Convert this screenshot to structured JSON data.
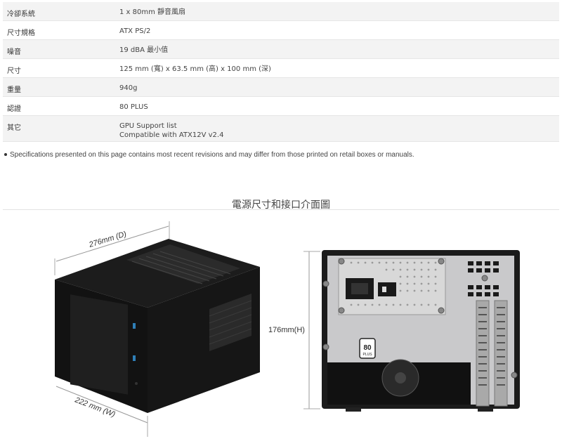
{
  "specs": [
    {
      "label": "冷卻系統",
      "values": [
        "1 x 80mm 靜音風扇"
      ]
    },
    {
      "label": "尺寸規格",
      "values": [
        "ATX PS/2"
      ]
    },
    {
      "label": "噪音",
      "values": [
        "19 dBA 最小值"
      ]
    },
    {
      "label": "尺寸",
      "values": [
        "125 mm (寬) x 63.5 mm (高) x 100 mm (深)"
      ]
    },
    {
      "label": "重量",
      "values": [
        "940g"
      ]
    },
    {
      "label": "認證",
      "values": [
        "80 PLUS"
      ]
    },
    {
      "label": "其它",
      "values": [
        "GPU Support list",
        "Compatible with ATX12V v2.4"
      ]
    }
  ],
  "footnote": "Specifications presented on this page contains most recent revisions and may differ from those printed on retail boxes or manuals.",
  "section_title": "電源尺寸和接口介面圖",
  "dimensions": {
    "depth": "276mm (D)",
    "width": "222 mm (W)",
    "height": "176mm(H)"
  },
  "badge": {
    "number": "80",
    "text": "PLUS"
  }
}
